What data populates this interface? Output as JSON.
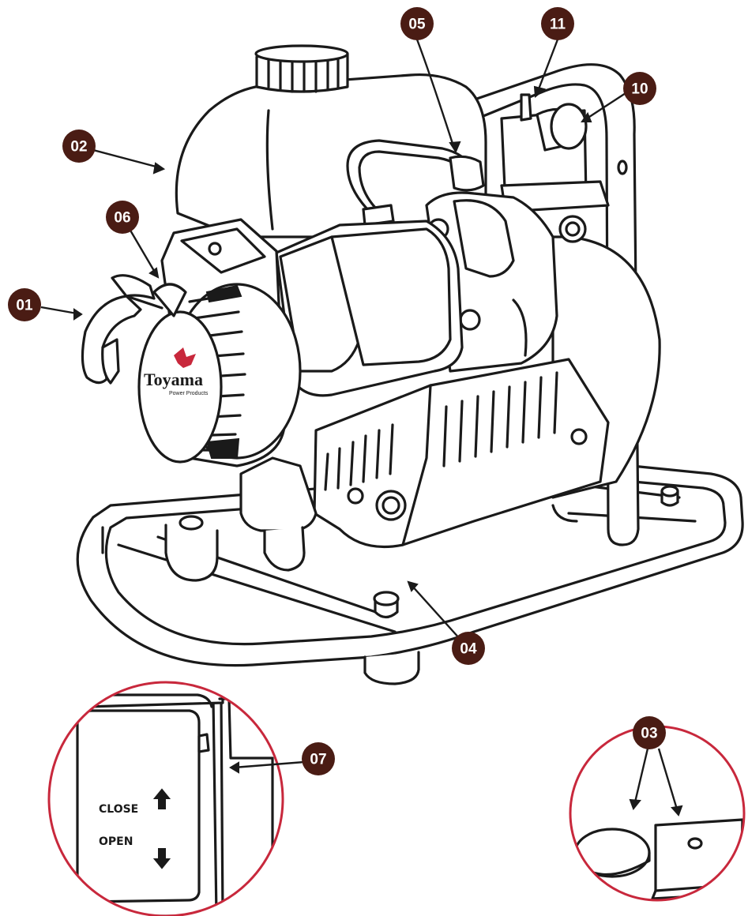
{
  "callouts": {
    "c01": "01",
    "c02": "02",
    "c03": "03",
    "c04": "04",
    "c05": "05",
    "c06": "06",
    "c07": "07",
    "c10": "10",
    "c11": "11"
  },
  "brand": {
    "name": "Toyama",
    "tagline": "Power Products"
  },
  "choke_detail": {
    "close_label": "CLOSE",
    "open_label": "OPEN"
  },
  "colors": {
    "callout_fill": "#4a1c14",
    "detail_ring": "#c8283c",
    "line": "#1a1a1a",
    "brand_accent": "#c8283c"
  },
  "icons": {
    "close_arrow": "arrow-up-icon",
    "open_arrow": "arrow-down-icon"
  }
}
